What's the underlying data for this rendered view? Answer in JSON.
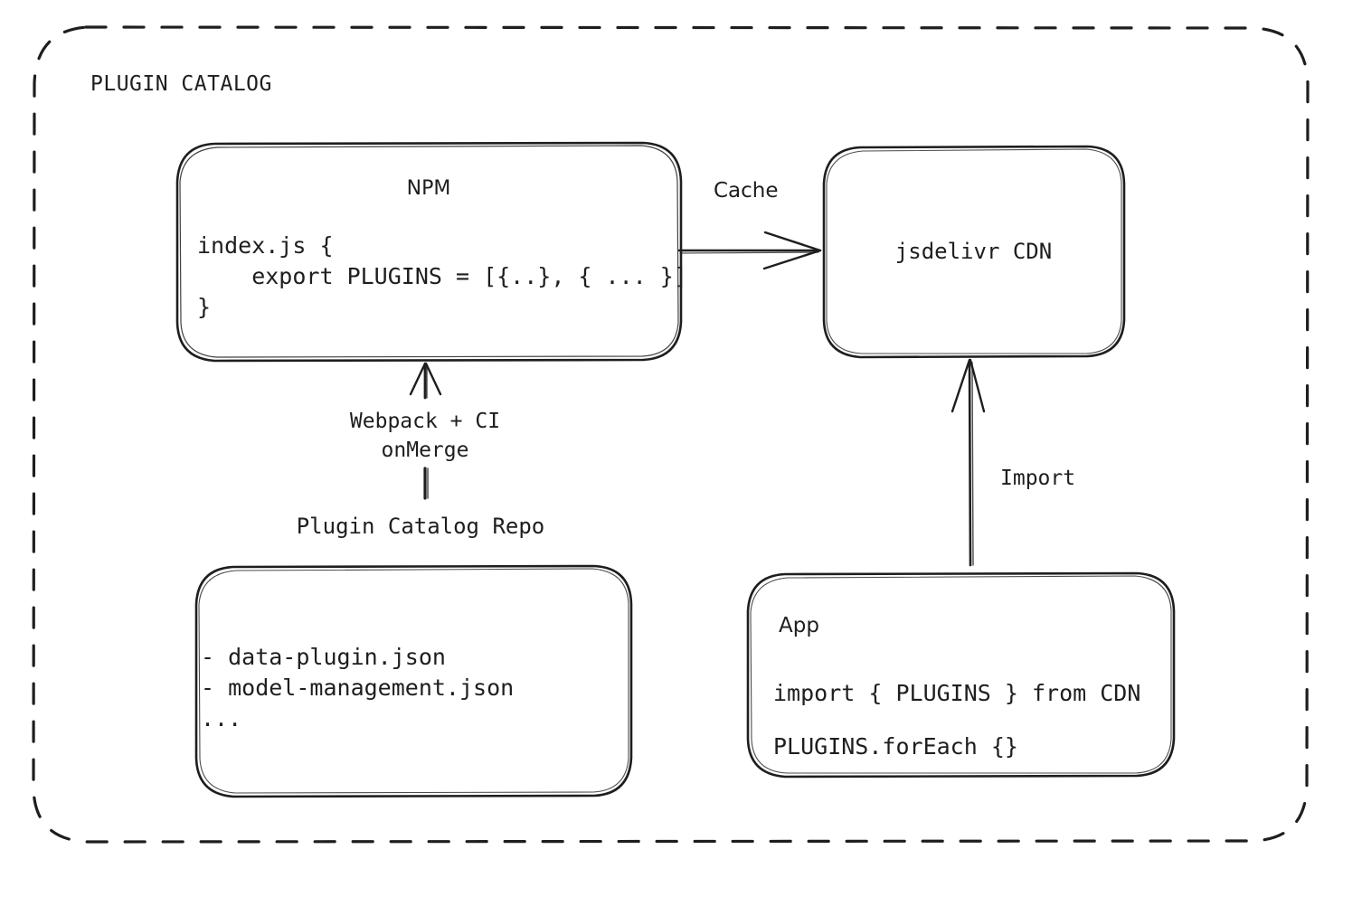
{
  "diagram": {
    "title": "PLUGIN CATALOG",
    "bg_color": "#ffffff",
    "stroke_color": "#1e1e1e",
    "style": "hand-drawn"
  },
  "nodes": {
    "npm": {
      "title": "NPM",
      "code_lines": [
        "index.js {",
        "    export PLUGINS = [{..}, { ... }]",
        "}"
      ]
    },
    "cdn": {
      "title": "jsdelivr CDN"
    },
    "repo": {
      "caption": "Plugin Catalog Repo",
      "file_lines": [
        "- data-plugin.json",
        "- model-management.json",
        "..."
      ]
    },
    "app": {
      "title": "App",
      "code_lines": [
        "import { PLUGINS } from CDN",
        "PLUGINS.forEach {}"
      ]
    }
  },
  "edges": {
    "cache": {
      "label": "Cache",
      "from": "npm",
      "to": "cdn"
    },
    "build": {
      "label_line1": "Webpack + CI",
      "label_line2": "onMerge",
      "from": "repo",
      "to": "npm"
    },
    "import": {
      "label": "Import",
      "from": "app",
      "to": "cdn"
    }
  }
}
